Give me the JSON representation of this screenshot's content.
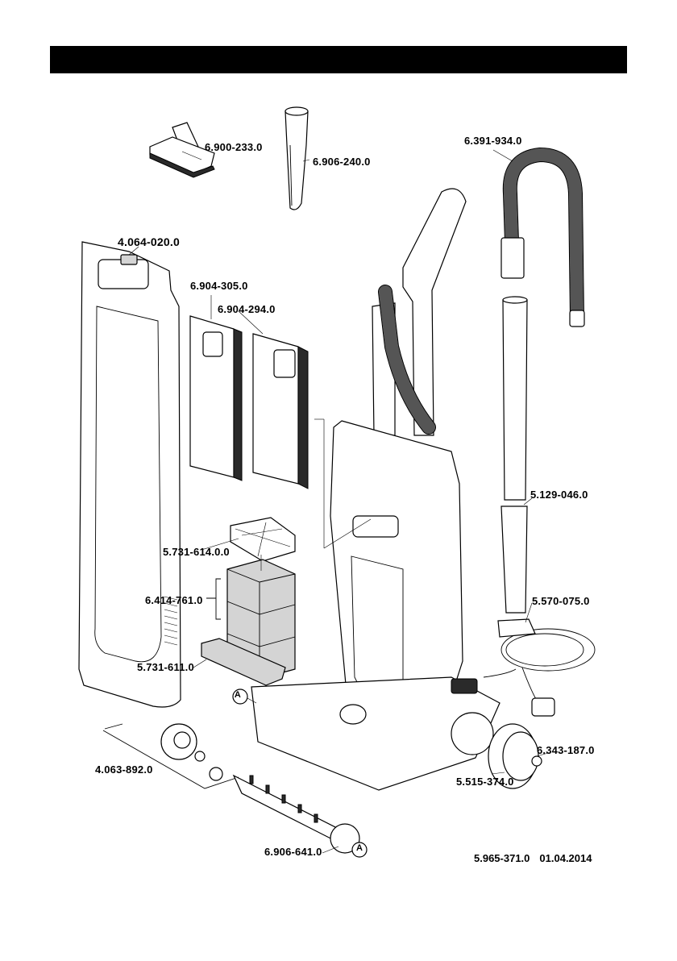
{
  "header": {
    "title": ""
  },
  "parts": [
    {
      "id": "floor-nozzle",
      "number": "6.900-233.0"
    },
    {
      "id": "crevice-tool",
      "number": "6.906-240.0"
    },
    {
      "id": "suction-hose",
      "number": "6.391-934.0"
    },
    {
      "id": "front-cover",
      "number": "4.064-020.0"
    },
    {
      "id": "filter-bag-a",
      "number": "6.904-305.0"
    },
    {
      "id": "filter-bag-b",
      "number": "6.904-294.0"
    },
    {
      "id": "exhaust-filter",
      "number": "5.731-614.0.0"
    },
    {
      "id": "foam-filters",
      "number": "6.414-761.0"
    },
    {
      "id": "motor-filter",
      "number": "5.731-611.0"
    },
    {
      "id": "suction-tube",
      "number": "5.129-046.0"
    },
    {
      "id": "tube-clip",
      "number": "5.570-075.0"
    },
    {
      "id": "wheel-cap",
      "number": "6.343-187.0"
    },
    {
      "id": "wheel",
      "number": "5.515-374.0"
    },
    {
      "id": "brush-bearing-kit",
      "number": "4.063-892.0"
    },
    {
      "id": "brush-roller",
      "number": "6.906-641.0"
    }
  ],
  "markers": {
    "a": "A"
  },
  "footer": {
    "doc_number": "5.965-371.0",
    "date": "01.04.2014"
  }
}
